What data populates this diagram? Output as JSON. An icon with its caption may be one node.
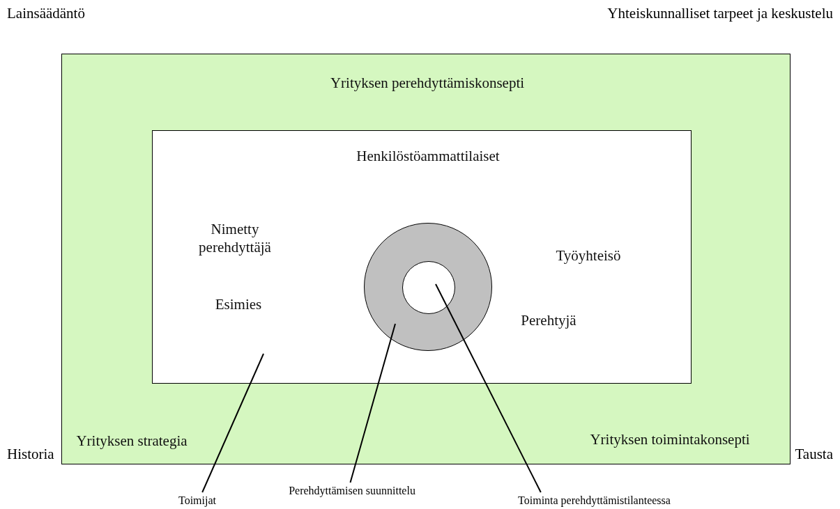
{
  "diagram": {
    "nodes": [
      {
        "text": [
          "Yrityksen perehdyttämiskonsepti",
          "Yrityksen strategia",
          "Yrityksen toimintakonsepti"
        ]
      },
      {
        "text": [
          "Henkilöstöammattilaiset",
          "Nimetty perehdyttäjä",
          "Esimies",
          "Työyhteisö",
          "Perehtyjä"
        ],
        "in": 0
      },
      {
        "text": [],
        "shape": "circle",
        "in": 1
      },
      {
        "text": [],
        "shape": "circle",
        "in": 2
      },
      {
        "text": [
          "Toimijat"
        ]
      },
      {
        "text": [
          "Perehdyttämisen suunnittelu"
        ]
      },
      {
        "text": [
          "Toiminta perehdyttämistilanteessa"
        ]
      }
    ],
    "edges": [
      {
        "from": 4,
        "to": 1,
        "arrow": "none"
      },
      {
        "from": 5,
        "to": 2,
        "arrow": "none"
      },
      {
        "from": 6,
        "to": 3,
        "arrow": "none"
      }
    ],
    "labels": [
      "Lainsäädäntö",
      "Yhteiskunnalliset tarpeet ja keskustelu",
      "Historia",
      "Tausta"
    ]
  }
}
